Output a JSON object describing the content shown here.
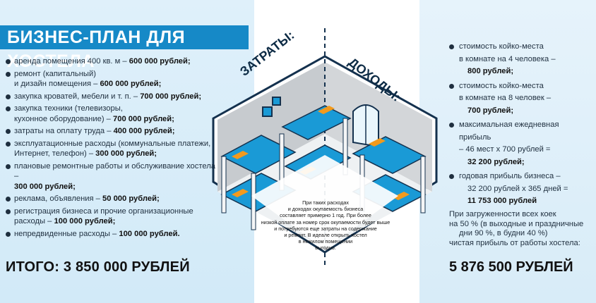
{
  "title": "БИЗНЕС-ПЛАН ДЛЯ ХОСТЕЛА",
  "expenses_label": "ЗАТРАТЫ:",
  "income_label": "ДОХОДЫ:",
  "expenses": [
    {
      "lines": [
        "аренда помещения 400 кв. м – "
      ],
      "value": "600 000 рублей;"
    },
    {
      "lines": [
        "ремонт (капитальный)",
        "и дизайн помещения – "
      ],
      "value": "600 000 рублей;"
    },
    {
      "lines": [
        "закупка кроватей, мебели и т. п. – "
      ],
      "value": "700 000 рублей;"
    },
    {
      "lines": [
        "закупка техники (телевизоры,",
        "кухонное оборудование) – "
      ],
      "value": "700 000 рублей;"
    },
    {
      "lines": [
        "затраты на оплату труда – "
      ],
      "value": "400 000 рублей;"
    },
    {
      "lines": [
        "эксплуатационные расходы (коммунальные платежи,",
        "Интернет, телефон) – "
      ],
      "value": "300 000 рублей;"
    },
    {
      "lines": [
        "плановые ремонтные работы и обслуживание хостела –",
        ""
      ],
      "value": "300 000 рублей;"
    },
    {
      "lines": [
        "реклама, объявления – "
      ],
      "value": "50 000 рублей;"
    },
    {
      "lines": [
        "регистрация бизнеса и прочие организационные",
        "расходы – "
      ],
      "value": "100 000 рублей;"
    },
    {
      "lines": [
        "непредвиденные расходы – "
      ],
      "value": "100 000 рублей."
    }
  ],
  "expenses_total": "ИТОГО: 3 850 000 РУБЛЕЙ",
  "income": [
    {
      "lines": [
        "стоимость койко-места",
        "в комнате на 4 человека –"
      ],
      "value": "800 рублей;"
    },
    {
      "lines": [
        "стоимость койко-места",
        "в комнате на 8 человек –"
      ],
      "value": "700 рублей;"
    },
    {
      "lines": [
        "максимальная ежедневная прибыль",
        "– 46 мест х 700 рублей ="
      ],
      "value": "32 200 рублей;"
    },
    {
      "lines": [
        "годовая прибыль бизнеса –",
        "32 200 рублей х 365 дней ="
      ],
      "value": "11 753 000 рублей"
    }
  ],
  "occupancy": [
    "При загруженности всех коек",
    "на 50 % (в выходные и праздничные",
    "дни 90 %, в будни 40 %)",
    "чистая прибыль от работы хостела:"
  ],
  "income_total": "5 876 500 РУБЛЕЙ",
  "note": [
    "При таких расходах",
    "и доходах окупаемость бизнеса",
    "составляет примерно 1 год. При более",
    "низкой оплате за номер срок окупаемости будет выше",
    "и потребуются еще затраты на содержание",
    "и ремонт. В идеале открыть хостел",
    "в нежилом помещении",
    "выгодно."
  ],
  "colors": {
    "title_bg": "#1689c7",
    "mattress": "#1a9ad6",
    "pillow": "#f29a1c",
    "wall": "#c9ccd0"
  }
}
